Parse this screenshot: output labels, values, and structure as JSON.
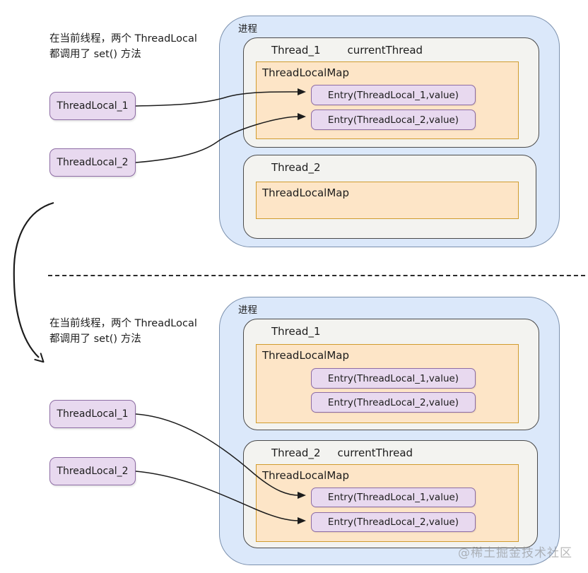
{
  "watermark": "@稀土掘金技术社区",
  "palette": {
    "process_fill": "#dbe8fa",
    "process_border": "#7b90ad",
    "thread_fill": "#f3f3f0",
    "thread_border": "#4a4a4a",
    "map_fill": "#fde5c7",
    "map_border": "#d09c2e",
    "node_fill": "#e8d9ef",
    "node_border": "#8d6ca4",
    "line_color": "#1c1c1c"
  },
  "top": {
    "note": {
      "line1": "在当前线程，两个 ThreadLocal",
      "line2": "都调用了 set() 方法"
    },
    "locals": [
      {
        "label": "ThreadLocal_1"
      },
      {
        "label": "ThreadLocal_2"
      }
    ],
    "process": {
      "label": "进程",
      "threads": [
        {
          "title": "Thread_1",
          "current": "currentThread",
          "map": {
            "label": "ThreadLocalMap",
            "entries": [
              "Entry(ThreadLocal_1,value)",
              "Entry(ThreadLocal_2,value)"
            ]
          }
        },
        {
          "title": "Thread_2",
          "map": {
            "label": "ThreadLocalMap",
            "entries": []
          }
        }
      ]
    }
  },
  "bottom": {
    "note": {
      "line1": "在当前线程，两个 ThreadLocal",
      "line2": "都调用了 set() 方法"
    },
    "locals": [
      {
        "label": "ThreadLocal_1"
      },
      {
        "label": "ThreadLocal_2"
      }
    ],
    "process": {
      "label": "进程",
      "threads": [
        {
          "title": "Thread_1",
          "map": {
            "label": "ThreadLocalMap",
            "entries": [
              "Entry(ThreadLocal_1,value)",
              "Entry(ThreadLocal_2,value)"
            ]
          }
        },
        {
          "title": "Thread_2",
          "current": "currentThread",
          "map": {
            "label": "ThreadLocalMap",
            "entries": [
              "Entry(ThreadLocal_1,value)",
              "Entry(ThreadLocal_2,value)"
            ]
          }
        }
      ]
    }
  }
}
